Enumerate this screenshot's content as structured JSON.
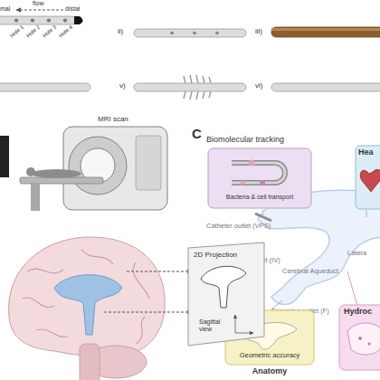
{
  "diagram": {
    "nodes": [
      {
        "text": [
          "Biomolecular tracking",
          "Bacteria & cell transport"
        ]
      },
      {
        "text": [
          "Hea"
        ]
      },
      {
        "text": [
          "Geometric accuracy",
          "Anatomy"
        ]
      },
      {
        "text": [
          "Hydroc"
        ]
      },
      {
        "text": [
          "2D Projection",
          "Sagittal view"
        ]
      }
    ],
    "labels": [
      "mal",
      "flow",
      "distal",
      "Hole 1",
      "Hole 2",
      "Hole 3",
      "Hole 4",
      "ii)",
      "iii)",
      "v)",
      "vi)",
      "MRI scan",
      "C",
      "Catheter outlet (VPS)",
      "Fourth ventricle inlet (IV)",
      "Cerebral Aqueduct",
      "Foramina outlet (F)",
      "Latera",
      "x",
      "y"
    ]
  }
}
